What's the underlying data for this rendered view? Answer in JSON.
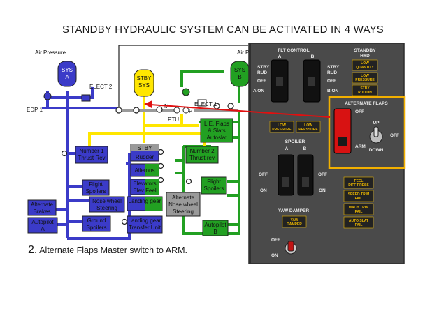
{
  "title": "STANDBY HYDRAULIC SYSTEM CAN BE ACTIVATED IN 4 WAYS",
  "caption": {
    "number": "2.",
    "text": "Alternate Flaps Master switch to ARM."
  },
  "colors": {
    "system_a": "#3b3bc8",
    "system_b": "#22a022",
    "standby": "#ffe600",
    "red_line": "#e01010",
    "highlight": "#f2b000",
    "panel": "#4a4a4a"
  },
  "schematic": {
    "air_pressure_a": "Air Pressure",
    "air_pressure_b": "Air P",
    "sys_a": [
      "SYS",
      "A"
    ],
    "sys_b": [
      "SYS",
      "B"
    ],
    "stby_sys": [
      "STBY",
      "SYS"
    ],
    "elect2": "ELECT 2",
    "elect1": "ELECT 1",
    "edp1": "EDP 1",
    "m": "M",
    "p": "P",
    "ptu": "PTU",
    "le_flaps": [
      "L.E. Flaps",
      "& Slats",
      "Autoslat"
    ],
    "thrust_rev1": [
      "Number 1",
      "Thrust Rev"
    ],
    "thrust_rev2": [
      "Number 2",
      "Thrust rev"
    ],
    "stby_rudder": [
      "STBY",
      "Rudder"
    ],
    "ailerons": "Ailerons",
    "elevators": [
      "Elevators",
      "Elev Feel"
    ],
    "landing_gear": [
      "Landing gear"
    ],
    "landing_gear_tu": [
      "Landing gear",
      "Transfer Unit"
    ],
    "flight_spoilers_a": [
      "Flight",
      "Spoilers"
    ],
    "flight_spoilers_b": [
      "Flight",
      "Spoilers"
    ],
    "alt_nose_wheel": [
      "Alternate",
      "Nose wheel",
      "Steering"
    ],
    "nose_wheel": [
      "Nose wheel",
      "Steering"
    ],
    "alt_brakes": [
      "Alternate",
      "Brakes"
    ],
    "autopilot_a": [
      "Autopilot",
      "A"
    ],
    "autopilot_b": [
      "Autopilot",
      "B"
    ],
    "ground_spoilers": [
      "Ground",
      "Spoilers"
    ]
  },
  "panel": {
    "flt_control": "FLT CONTROL",
    "flt_a": "A",
    "flt_b": "B",
    "standby_hyd": [
      "STANDBY",
      "HYD"
    ],
    "stby_rud": [
      "STBY",
      "RUD"
    ],
    "off": "OFF",
    "a_on": "A ON",
    "b_on": "B ON",
    "low_quantity": [
      "LOW",
      "QUANTITY"
    ],
    "low_pressure": [
      "LOW",
      "PRESSURE"
    ],
    "stby_rud_on": [
      "STBY",
      "RUD ON"
    ],
    "alternate_flaps": "ALTERNATE FLAPS",
    "arm": "ARM",
    "up": "UP",
    "down": "DOWN",
    "spoiler": "SPOILER",
    "on": "ON",
    "yaw_damper": "YAW DAMPER",
    "yaw_damper_lt": [
      "YAW",
      "DAMPER"
    ],
    "feel_diff_press": [
      "FEEL",
      "DIFF PRESS"
    ],
    "speed_trim_fail": [
      "SPEED TRIM",
      "FAIL"
    ],
    "mach_trim_fail": [
      "MACH TRIM",
      "FAIL"
    ],
    "auto_slat_fail": [
      "AUTO SLAT",
      "FAIL"
    ]
  }
}
